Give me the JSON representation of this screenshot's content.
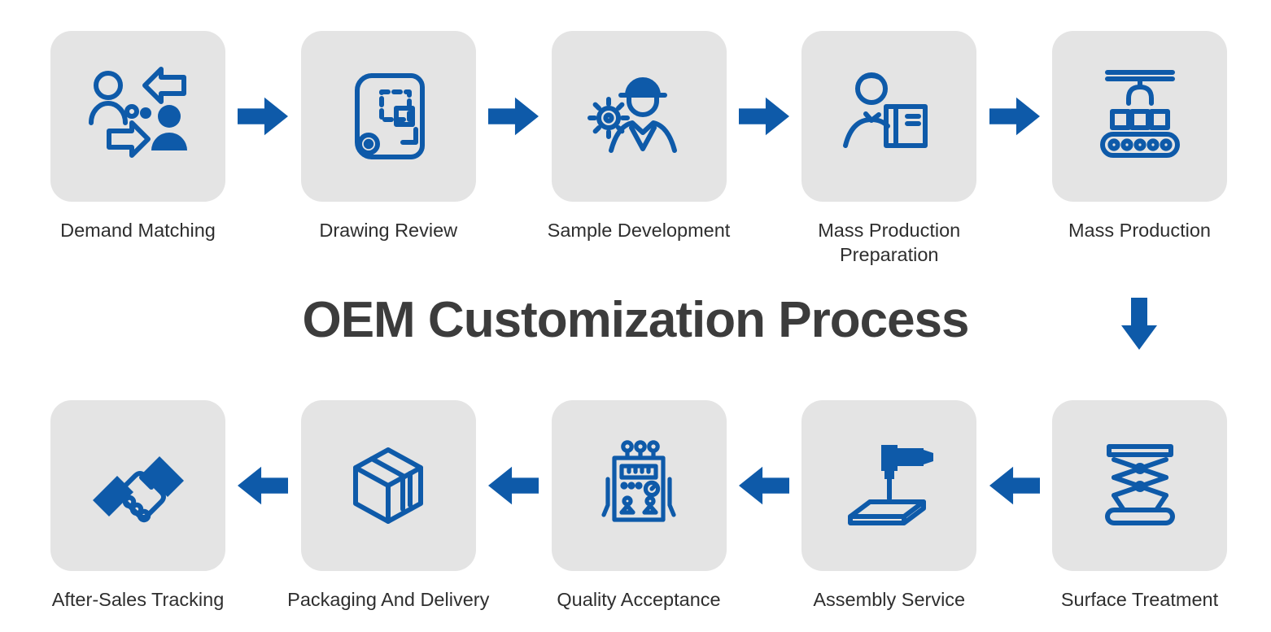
{
  "title": "OEM Customization Process",
  "colors": {
    "accent": "#0e5aa9",
    "box_bg": "#e4e4e4",
    "label_color": "#2e2e2e",
    "title_color": "#3c3c3c"
  },
  "steps": [
    {
      "id": "demand-matching",
      "label": "Demand Matching",
      "icon": "people-exchange-icon"
    },
    {
      "id": "drawing-review",
      "label": "Drawing Review",
      "icon": "blueprint-icon"
    },
    {
      "id": "sample-development",
      "label": "Sample Development",
      "icon": "engineer-gear-icon"
    },
    {
      "id": "mass-production-preparation",
      "label": "Mass Production Preparation",
      "icon": "worker-box-icon"
    },
    {
      "id": "mass-production",
      "label": "Mass Production",
      "icon": "conveyor-icon"
    },
    {
      "id": "surface-treatment",
      "label": "Surface Treatment",
      "icon": "scissor-lift-icon"
    },
    {
      "id": "assembly-service",
      "label": "Assembly Service",
      "icon": "drill-icon"
    },
    {
      "id": "quality-acceptance",
      "label": "Quality Acceptance",
      "icon": "inspection-panel-icon"
    },
    {
      "id": "packaging-and-delivery",
      "label": "Packaging And Delivery",
      "icon": "package-box-icon"
    },
    {
      "id": "after-sales-tracking",
      "label": "After-Sales Tracking",
      "icon": "handshake-icon"
    }
  ]
}
